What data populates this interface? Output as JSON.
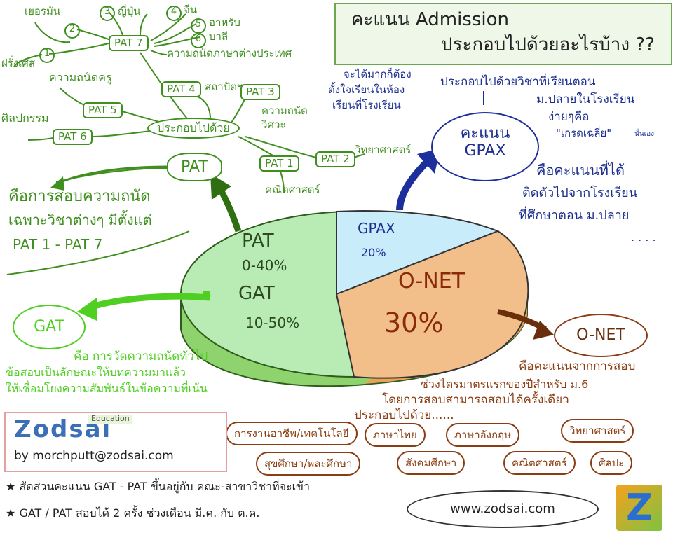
{
  "title": {
    "line1": "คะแนน Admission",
    "line2": "ประกอบไปด้วยอะไรบ้าง ??"
  },
  "pie": {
    "slices": [
      {
        "label_top": "PAT",
        "label_top_range": "0-40%",
        "label_bottom": "GAT",
        "label_bottom_range": "10-50%",
        "color": "#b9ecb5"
      },
      {
        "label": "GPAX",
        "value": "20%",
        "color": "#c9ecfa"
      },
      {
        "label": "O-NET",
        "value": "30%",
        "color": "#f2bf8a"
      }
    ]
  },
  "pat_mindmap": {
    "center": "ประกอบไปด้วย",
    "cloud": "PAT",
    "pat7": "PAT 7",
    "pat7_title": "ความถนัดภาษาต่างประเทศ",
    "languages": [
      {
        "num": "1",
        "label": "ฝรั่งเศส"
      },
      {
        "num": "2",
        "label": "เยอรมัน"
      },
      {
        "num": "3",
        "label": "ญี่ปุ่น"
      },
      {
        "num": "4",
        "label": "จีน"
      },
      {
        "num": "5",
        "label": "อาหรับ"
      },
      {
        "num": "6",
        "label": "บาลี"
      }
    ],
    "pat6": "PAT 6",
    "pat6_label": "ศิลปกรรม",
    "pat5": "PAT 5",
    "pat5_label": "ความถนัดครู",
    "pat4": "PAT 4",
    "pat4_label": "สถาปัตฯ",
    "pat3": "PAT 3",
    "pat3_label_1": "ความถนัด",
    "pat3_label_2": "วิศวะ",
    "pat2": "PAT 2",
    "pat2_label": "วิทยาศาสตร์",
    "pat1": "PAT 1",
    "pat1_label": "คณิตศาสตร์",
    "desc_1": "คือการสอบความถนัด",
    "desc_2": "เฉพาะวิชาต่างๆ มีตั้งแต่",
    "desc_3": "PAT 1 - PAT 7"
  },
  "gpax": {
    "cloud_1": "คะแนน",
    "cloud_2": "GPAX",
    "note_1": "จะได้มากก็ต้อง",
    "note_2": "ตั้งใจเรียนในห้อง",
    "note_3": "เรียนที่โรงเรียน",
    "right_1": "ประกอบไปด้วยวิชาที่เรียนตอน",
    "right_2": "ม.ปลายในโรงเรียน",
    "right_3": "ง่ายๆคือ",
    "right_4": "\"เกรดเฉลี่ย\"",
    "right_4b": "นั่นเอง",
    "right_5": "คือคะแนนที่ได้",
    "right_6": "ติดตัวไปจากโรงเรียน",
    "right_7": "ที่ศึกษาตอน ม.ปลาย",
    "right_8": ". . . ."
  },
  "onet": {
    "cloud": "O-NET",
    "desc_1": "คือคะแนนจากการสอบ",
    "desc_2": "ช่วงไตรมาตรแรกของปีสำหรับ ม.6",
    "desc_3": "โดยการสอบสามารถสอบได้ครั้งเดียว",
    "desc_4": "ประกอบไปด้วย......",
    "subjects": [
      "การงานอาชีพ/เทคโนโลยี",
      "ภาษาไทย",
      "ภาษาอังกฤษ",
      "วิทยาศาสตร์",
      "สุขศึกษา/พละศึกษา",
      "สังคมศึกษา",
      "คณิตศาสตร์",
      "ศิลปะ"
    ]
  },
  "gat": {
    "cloud": "GAT",
    "desc_1": "คือ การวัดความถนัดทั่วไป",
    "desc_2": "ข้อสอบเป็นลักษณะให้บทความมาแล้ว",
    "desc_3": "ให้เชื่อมโยงความสัมพันธ์ในข้อความที่เน้น"
  },
  "brand": {
    "logo": "Zodsai",
    "logo_tag": "Education",
    "email": "by morchputt@zodsai.com",
    "website": "www.zodsai.com",
    "z_logo": "Z"
  },
  "footnotes": [
    "สัดส่วนคะแนน GAT - PAT ขึ้นอยู่กับ คณะ-สาขาวิชาที่จะเข้า",
    "GAT / PAT สอบได้ 2 ครั้ง ช่วงเดือน มี.ค. กับ ต.ค."
  ],
  "colors": {
    "green": "#3f8f1f",
    "blue": "#1c2f8f",
    "brown": "#8a3d12",
    "lime": "#4fcf21"
  }
}
